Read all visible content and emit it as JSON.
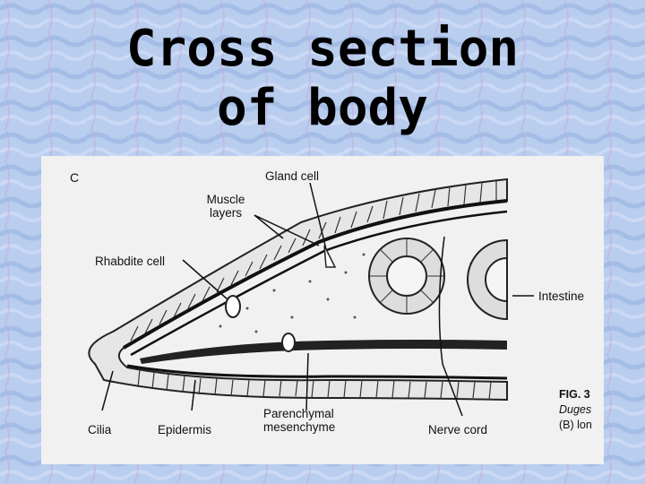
{
  "slide": {
    "title_line1": "Cross section",
    "title_line2": "of body"
  },
  "figure": {
    "panel_letter": "C",
    "labels": {
      "gland_cell": "Gland cell",
      "muscle_layers_1": "Muscle",
      "muscle_layers_2": "layers",
      "rhabdite_cell": "Rhabdite cell",
      "intestine": "Intestine",
      "cilia": "Cilia",
      "epidermis": "Epidermis",
      "parenchymal_1": "Parenchymal",
      "parenchymal_2": "mesenchyme",
      "nerve_cord": "Nerve cord"
    },
    "caption": {
      "line1": "FIG. 3",
      "line2": "Duges",
      "line3": "(B) lon"
    }
  },
  "colors": {
    "slide_background": "#b9cdee",
    "figure_background": "#f1f1f1",
    "ink": "#111111"
  }
}
